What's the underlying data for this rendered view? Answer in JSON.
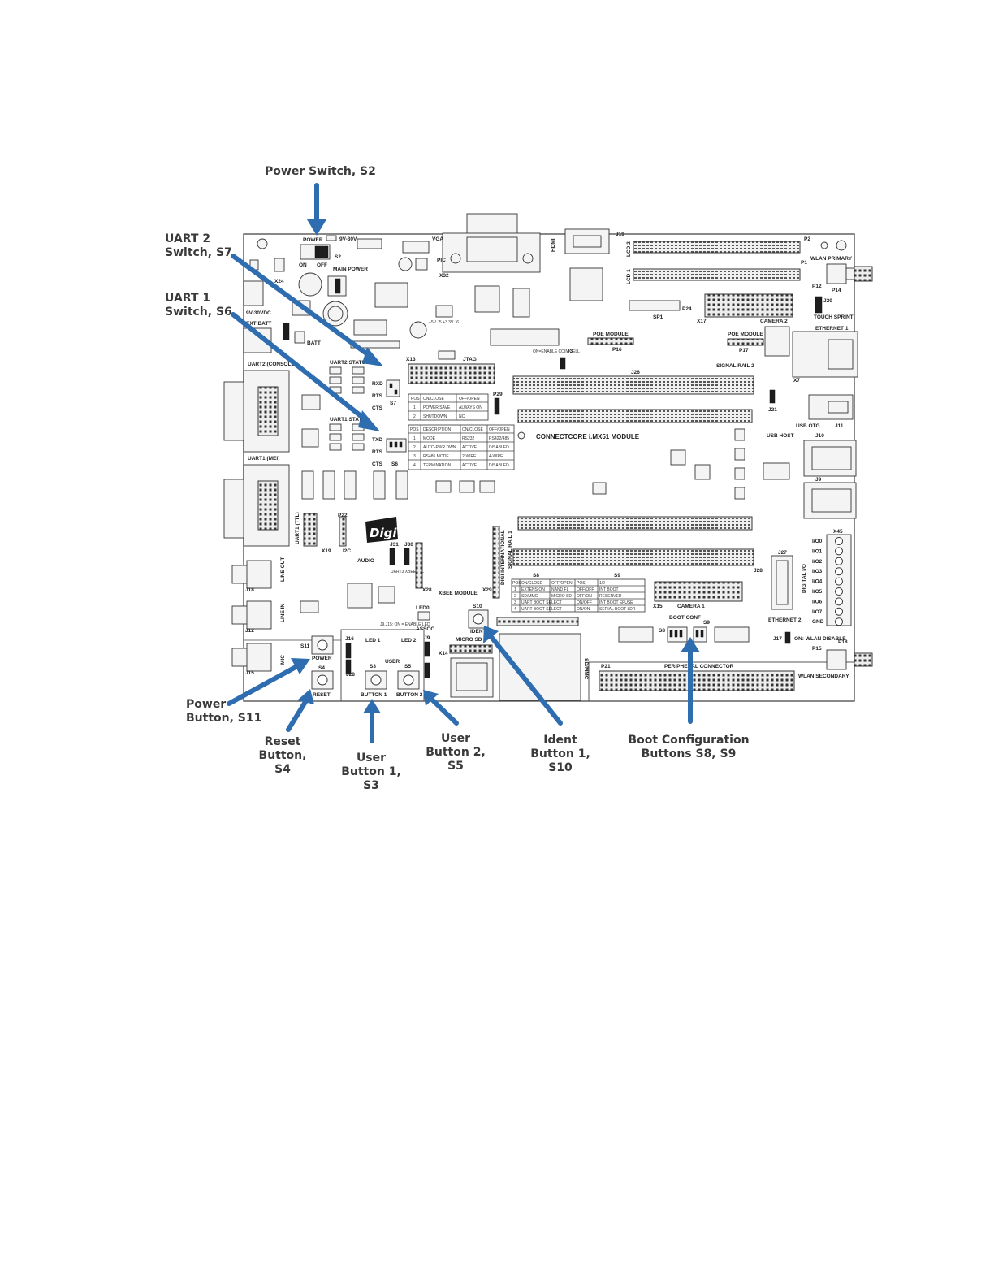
{
  "callouts": {
    "power_switch": "Power Switch, S2",
    "uart2_line1": "UART 2",
    "uart2_line2": "Switch, S7",
    "uart1_line1": "UART 1",
    "uart1_line2": "Switch, S6",
    "power_button_line1": "Power",
    "power_button_line2": "Button,  S11",
    "reset_line1": "Reset",
    "reset_line2": "Button,",
    "reset_line3": "S4",
    "user1_line1": "User",
    "user1_line2": "Button 1,",
    "user1_line3": "S3",
    "user2_line1": "User",
    "user2_line2": "Button 2,",
    "user2_line3": "S5",
    "ident_line1": "Ident",
    "ident_line2": "Button 1,",
    "ident_line3": "S10",
    "boot_line1": "Boot Configuration",
    "boot_line2": "Buttons S8, S9"
  },
  "board_labels": {
    "power": "POWER",
    "s2": "S2",
    "on": "ON",
    "off": "OFF",
    "main_power": "MAIN POWER",
    "volt_range": "9V-30V",
    "ext_batt": "EXT BATT",
    "batt": "BATT",
    "vga": "VGA",
    "hdmi": "HDMI",
    "jtag": "JTAG",
    "x13": "X13",
    "x32": "X32",
    "x24": "X24",
    "uart2_console": "UART2 (CONSOLE)",
    "uart2_status": "UART2 STATUS",
    "uart1_status": "UART1 STATUS",
    "uart1_mei": "UART1 (MEI)",
    "uart1_ttl": "UART1 (TTL)",
    "rxd": "RXD",
    "txd": "TXD",
    "rts": "RTS",
    "cts": "CTS",
    "s7": "S7",
    "s6": "S6",
    "poe_module": "POE MODULE",
    "p16": "P16",
    "p17": "P17",
    "camera2": "CAMERA 2",
    "camera1": "CAMERA 1",
    "ethernet1": "ETHERNET 1",
    "ethernet2": "ETHERNET 2",
    "wlan_primary": "WLAN PRIMARY",
    "wlan_secondary": "WLAN SECONDARY",
    "wlan_disable": "ON: WLAN DISABLE",
    "touch_sprint": "TOUCH SPRINT",
    "signal_rail2": "SIGNAL RAIL 2",
    "signal_rail1": "SIGNAL RAIL 1",
    "connectcore": "CONNECTCORE   i.MX51 MODULE",
    "usb_otg": "USB OTG",
    "usb_host": "USB HOST",
    "digital_io": "DIGITAL I/O",
    "io_pins": [
      "I/O0",
      "I/O1",
      "I/O2",
      "I/O3",
      "I/O4",
      "I/O5",
      "I/O6",
      "I/O7",
      "GND"
    ],
    "digi": "Digi",
    "digi_international": "DIGI INTERNATIONAL",
    "audio": "AUDIO",
    "line_out": "LINE OUT",
    "line_in": "LINE IN",
    "mic": "MIC",
    "xbee_module": "XBEE MODULE",
    "uart3": "UART3 XBEE/TTL",
    "enable_led": "J9,J15: ON = ENABLE LED",
    "led0": "LED0",
    "led1": "LED 1",
    "led2": "LED 2",
    "assoc": "ASSOC",
    "ident": "IDENT",
    "s10": "S10",
    "s11": "S11",
    "s4": "S4",
    "s3": "S3",
    "s5": "S5",
    "s8": "S8",
    "s9": "S9",
    "power_btn": "POWER",
    "reset_btn": "RESET",
    "user": "USER",
    "button1": "BUTTON 1",
    "button2": "BUTTON 2",
    "micro_sd": "MICRO SD",
    "sdmmc": "SD/MMC",
    "boot_conf": "BOOT CONF",
    "peripheral_connector": "PERIPHERAL CONNECTOR",
    "p21": "P21",
    "x15": "X15",
    "x14": "X14",
    "x28": "X28",
    "x29": "X29",
    "x45": "X45",
    "x17": "X17",
    "j26": "J26",
    "j27": "J27",
    "j28": "J28",
    "j10": "J10",
    "j11": "J11",
    "j15": "J15",
    "j16": "J16",
    "j17": "J17",
    "j18": "J18",
    "j19": "J19",
    "coin_cell": "ON=ENABLE COIN CELL",
    "p2": "P2",
    "p1": "P1",
    "p12": "P12",
    "p15": "P15",
    "p18": "P18",
    "p24": "P24",
    "p29": "P29",
    "sp1": "SP1",
    "lcd1": "LCD 1",
    "lcd2": "LCD 2",
    "i2c": "I2C",
    "uart_table": {
      "headers": [
        "POS",
        "ON/CLOSE",
        "OFF/OPEN"
      ],
      "rows": [
        [
          "1",
          "POWER SAVE",
          "ALWAYS ON"
        ],
        [
          "2",
          "SHUTDOWN",
          "NC"
        ]
      ]
    },
    "mode_table": {
      "headers": [
        "POS",
        "DESCRIPTION",
        "ON/CLOSE",
        "OFF/OPEN"
      ],
      "rows": [
        [
          "1",
          "MODE",
          "RS232",
          "RS422/485"
        ],
        [
          "2",
          "AUTO-PWR DWN",
          "ACTIVE",
          "DISABLED"
        ],
        [
          "3",
          "RS485 MODE",
          "2-WIRE",
          "4-WIRE"
        ],
        [
          "4",
          "TERMINATION",
          "ACTIVE",
          "DISABLED"
        ]
      ]
    },
    "boot_table": {
      "headers": [
        "POS",
        "ON/CLOSE",
        "OFF/OPEN",
        "POS",
        "1/2"
      ],
      "rows": [
        [
          "1",
          "EXTENSION",
          "NAND FL",
          "OFF/OFF",
          "INT BOOT"
        ],
        [
          "2",
          "SD/MMC",
          "MICRO SD",
          "OFF/ON",
          "RESERVED"
        ],
        [
          "3",
          "UART BOOT SELECT",
          "",
          "ON/OFF",
          "INT BOOT EFUSE"
        ],
        [
          "4",
          "UART BOOT SELECT",
          "",
          "ON/ON",
          "SERIAL BOOT LDR"
        ]
      ]
    }
  }
}
